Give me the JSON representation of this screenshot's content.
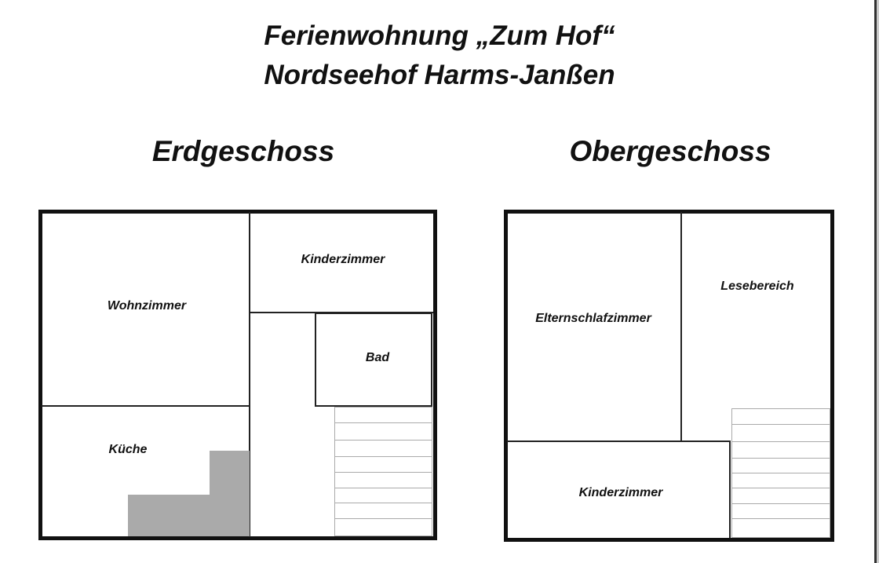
{
  "title_line1": "Ferienwohnung „Zum Hof“",
  "title_line2": "Nordseehof Harms-Janßen",
  "ground_floor": {
    "heading": "Erdgeschoss",
    "rooms": [
      "Wohnzimmer",
      "Kinderzimmer",
      "Bad",
      "Küche"
    ]
  },
  "upper_floor": {
    "heading": "Obergeschoss",
    "rooms": [
      "Elternschlafzimmer",
      "Lesebereich",
      "Kinderzimmer"
    ]
  }
}
